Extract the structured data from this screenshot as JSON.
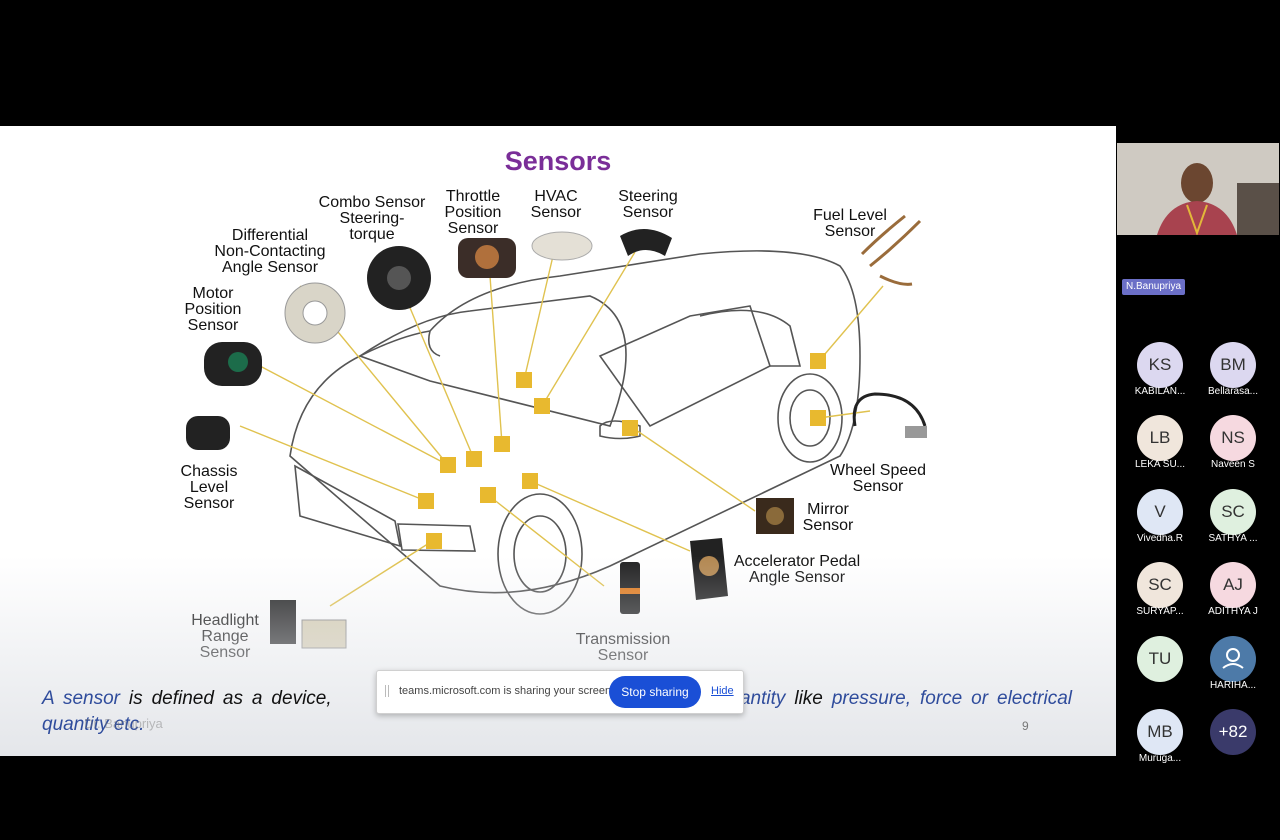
{
  "slide": {
    "title": "Sensors",
    "page_number": "9",
    "watermark": "Dr. Banupriya",
    "definition_parts": [
      "A ",
      "sensor",
      " is defined as a device, ",
      "",
      "cal quantity",
      " like ",
      "pressure, force or electrical quantity etc."
    ],
    "labels": {
      "differential": "Differential\nNon-Contacting\nAngle Sensor",
      "combo": "Combo Sensor\nSteering-\ntorque",
      "throttle": "Throttle\nPosition\nSensor",
      "hvac": "HVAC\nSensor",
      "steering": "Steering\nSensor",
      "fuel_level": "Fuel Level\nSensor",
      "motor_position": "Motor\nPosition\nSensor",
      "chassis_level": "Chassis\nLevel\nSensor",
      "wheel_speed": "Wheel Speed\nSensor",
      "mirror": "Mirror\nSensor",
      "accelerator": "Accelerator Pedal\nAngle Sensor",
      "headlight": "Headlight\nRange\nSensor",
      "transmission": "Transmission\nSensor"
    },
    "marker_color": "#e8b92f",
    "title_color": "#7a2e98",
    "highlight_color": "#2f4c9c"
  },
  "share_bar": {
    "text": "teams.microsoft.com is sharing your screen.",
    "stop_label": "Stop sharing",
    "hide_label": "Hide"
  },
  "presenter": {
    "name": "N.Banupriya"
  },
  "participants": [
    {
      "initials": "KS",
      "name": "KABILAN...",
      "bg": "#dcd8f0"
    },
    {
      "initials": "BM",
      "name": "Bellarasa...",
      "bg": "#dcd8f0"
    },
    {
      "initials": "LB",
      "name": "LEKA SU...",
      "bg": "#f0e6dc"
    },
    {
      "initials": "NS",
      "name": "Naveen S",
      "bg": "#f6d9e0"
    },
    {
      "initials": "V",
      "name": "Vivedha.R",
      "bg": "#dfe7f5"
    },
    {
      "initials": "SC",
      "name": "SATHYA ...",
      "bg": "#dff0df"
    },
    {
      "initials": "SC",
      "name": "SURYAP...",
      "bg": "#f0e6dc"
    },
    {
      "initials": "AJ",
      "name": "ADITHYA J",
      "bg": "#f6d9e0"
    },
    {
      "initials": "TU",
      "name": "",
      "bg": "#dff0df"
    },
    {
      "initials": "",
      "name": "HARIHA...",
      "bg": "#4d7aa8",
      "icon": "person-icon"
    },
    {
      "initials": "MB",
      "name": "Muruga...",
      "bg": "#dfe7f5"
    },
    {
      "initials": "+82",
      "name": "",
      "bg": "#3a3a6a"
    }
  ]
}
